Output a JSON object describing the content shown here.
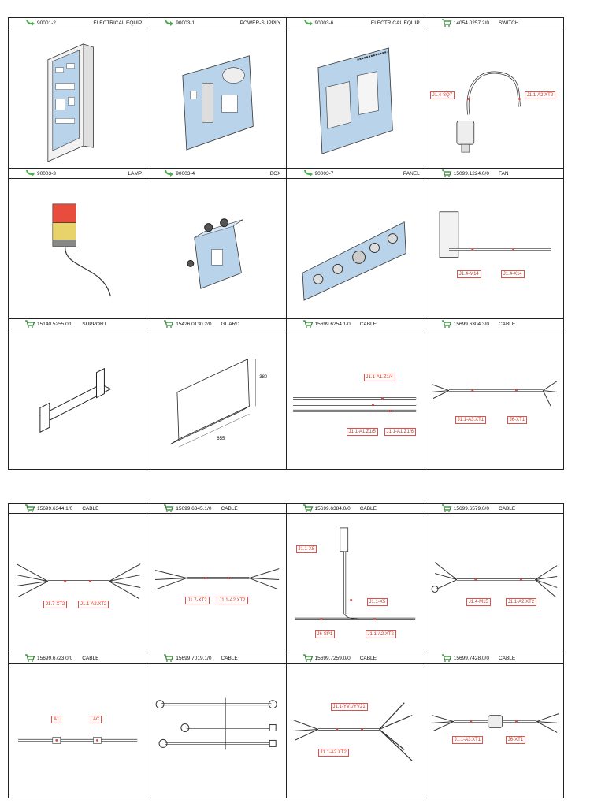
{
  "sheet1": [
    [
      {
        "icon": "arrow-icon",
        "code": "90001-2",
        "name": "ELECTRICAL EQUIP",
        "labels": []
      },
      {
        "icon": "arrow-icon",
        "code": "90003-1",
        "name": "POWER-SUPPLY",
        "labels": []
      },
      {
        "icon": "arrow-icon",
        "code": "90003-6",
        "name": "ELECTRICAL EQUIP",
        "labels": []
      },
      {
        "icon": "cart-icon",
        "code": "14054.0257.2/0",
        "name": "SWITCH",
        "labels": [
          "J1.4-SQ7",
          "J1.1-A2.XT2"
        ]
      }
    ],
    [
      {
        "icon": "arrow-icon",
        "code": "90003-3",
        "name": "LAMP",
        "labels": []
      },
      {
        "icon": "arrow-icon",
        "code": "90003-4",
        "name": "BOX",
        "labels": []
      },
      {
        "icon": "arrow-icon",
        "code": "90003-7",
        "name": "PANEL",
        "labels": []
      },
      {
        "icon": "cart-icon",
        "code": "15099.1224.0/0",
        "name": "FAN",
        "labels": [
          "J1.4-M14",
          "J1.4-X14"
        ]
      }
    ],
    [
      {
        "icon": "cart-icon",
        "code": "15140.5255.0/0",
        "name": "SUPPORT",
        "labels": []
      },
      {
        "icon": "cart-icon",
        "code": "15426.0130.2/0",
        "name": "GUARD",
        "labels": [],
        "dims": [
          "380",
          "655"
        ]
      },
      {
        "icon": "cart-icon",
        "code": "15699.6254.1/0",
        "name": "CABLE",
        "labels": [
          "J1.1-A1.Z1/4",
          "J1.1-A1.Z1/5",
          "J1.1-A1.Z1/6"
        ]
      },
      {
        "icon": "cart-icon",
        "code": "15699.6304.3/0",
        "name": "CABLE",
        "labels": [
          "J1.1-A3.XT1",
          "J6-XT1"
        ]
      }
    ]
  ],
  "sheet2": [
    [
      {
        "icon": "cart-icon",
        "code": "15699.6344.1/0",
        "name": "CABLE",
        "labels": [
          "J1.7-XT2",
          "J1.1-A2.XT2"
        ]
      },
      {
        "icon": "cart-icon",
        "code": "15699.6345.1/0",
        "name": "CABLE",
        "labels": [
          "J1.7-XT2",
          "J1.1-A2.XT2"
        ]
      },
      {
        "icon": "cart-icon",
        "code": "15699.6384.0/0",
        "name": "CABLE",
        "labels": [
          "J1.1-X5",
          "J1.1-X5",
          "J6-SP1",
          "J1.1-A2.XT2"
        ]
      },
      {
        "icon": "cart-icon",
        "code": "15699.6579.0/0",
        "name": "CABLE",
        "labels": [
          "J1.4-M15",
          "J1.1-A2.XT2"
        ]
      }
    ],
    [
      {
        "icon": "cart-icon",
        "code": "15699.6723.0/0",
        "name": "CABLE",
        "labels": [
          "A1",
          "AC"
        ]
      },
      {
        "icon": "cart-icon",
        "code": "15699.7019.1/0",
        "name": "CABLE",
        "labels": []
      },
      {
        "icon": "cart-icon",
        "code": "15699.7259.0/0",
        "name": "CABLE",
        "labels": [
          "J1.1-YV1/YV21",
          "J1.1-A2.XT2"
        ]
      },
      {
        "icon": "cart-icon",
        "code": "15699.7428.0/0",
        "name": "CABLE",
        "labels": [
          "J1.1-A3.XT1",
          "J6-XT1"
        ]
      }
    ]
  ]
}
